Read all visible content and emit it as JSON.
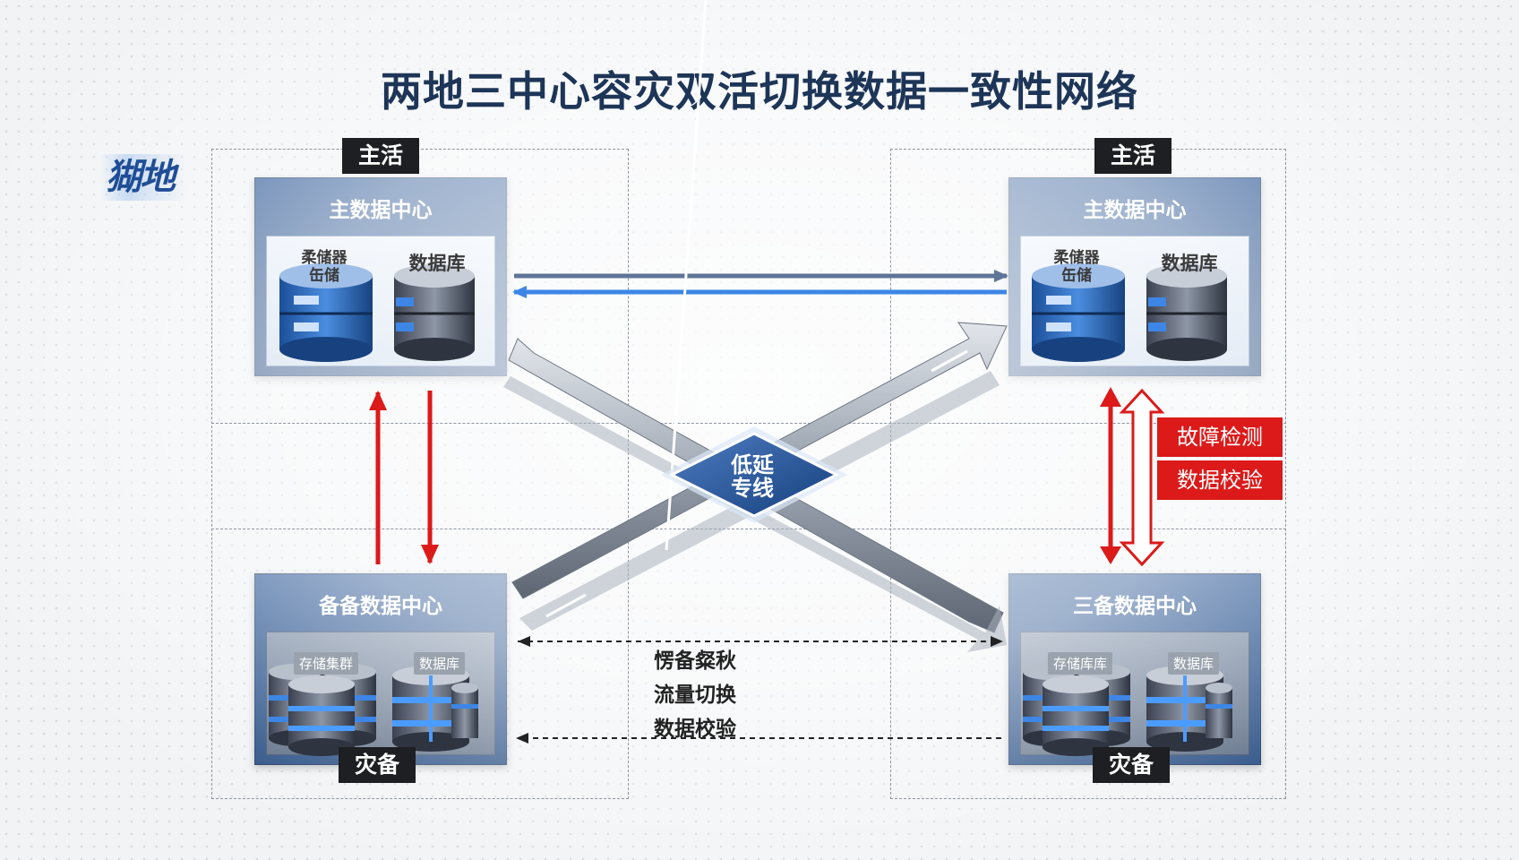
{
  "title": "两地三中心容灾双活切换数据一致性网络",
  "logo_text": "猢地",
  "top_left": {
    "tag": "主活",
    "dc_title": "主数据中心",
    "storage_label_1": "柔储器",
    "storage_label_2": "缶储",
    "db_label": "数据库"
  },
  "top_right": {
    "tag": "主活",
    "dc_title": "主数据中心",
    "storage_label_1": "柔储器",
    "storage_label_2": "缶储",
    "db_label": "数据库"
  },
  "bottom_left": {
    "tag": "灾备",
    "dc_title": "备备数据中心",
    "storage_label": "存储集群",
    "db_label": "数据库"
  },
  "bottom_right": {
    "tag": "灾备",
    "dc_title": "三备数据中心",
    "storage_label": "存储库库",
    "db_label": "数据库"
  },
  "center": {
    "line1": "低延",
    "line2": "专线"
  },
  "right_status": [
    "故障检测",
    "数据校验"
  ],
  "bottom_notes": [
    "愣备粲秋",
    "流量切换",
    "数据校验"
  ],
  "colors": {
    "dc_blue": "#2f5a97",
    "alert_red": "#dc1a1a",
    "link_blue": "#3d86e6",
    "link_gray": "#5f7597",
    "title_navy": "#1d3557"
  }
}
